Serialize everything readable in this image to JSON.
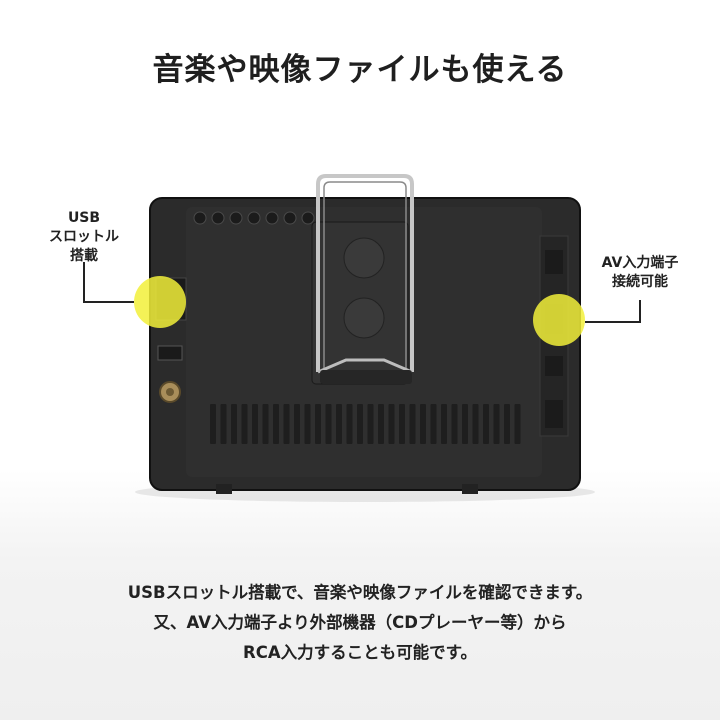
{
  "headline": "音楽や映像ファイルも使える",
  "callouts": {
    "usb": {
      "lines": [
        "USB",
        "スロットル",
        "搭載"
      ]
    },
    "av": {
      "lines": [
        "AV入力端子",
        "接続可能"
      ]
    }
  },
  "caption": {
    "lines": [
      "USBスロットル搭載で、音楽や映像ファイルを確認できます。",
      "又、AV入力端子より外部機器（CDプレーヤー等）から",
      "RCA入力することも可能です。"
    ]
  },
  "colors": {
    "highlight": "#f2f03a",
    "device_body": "#2a2a2a",
    "device_edge": "#111111"
  }
}
